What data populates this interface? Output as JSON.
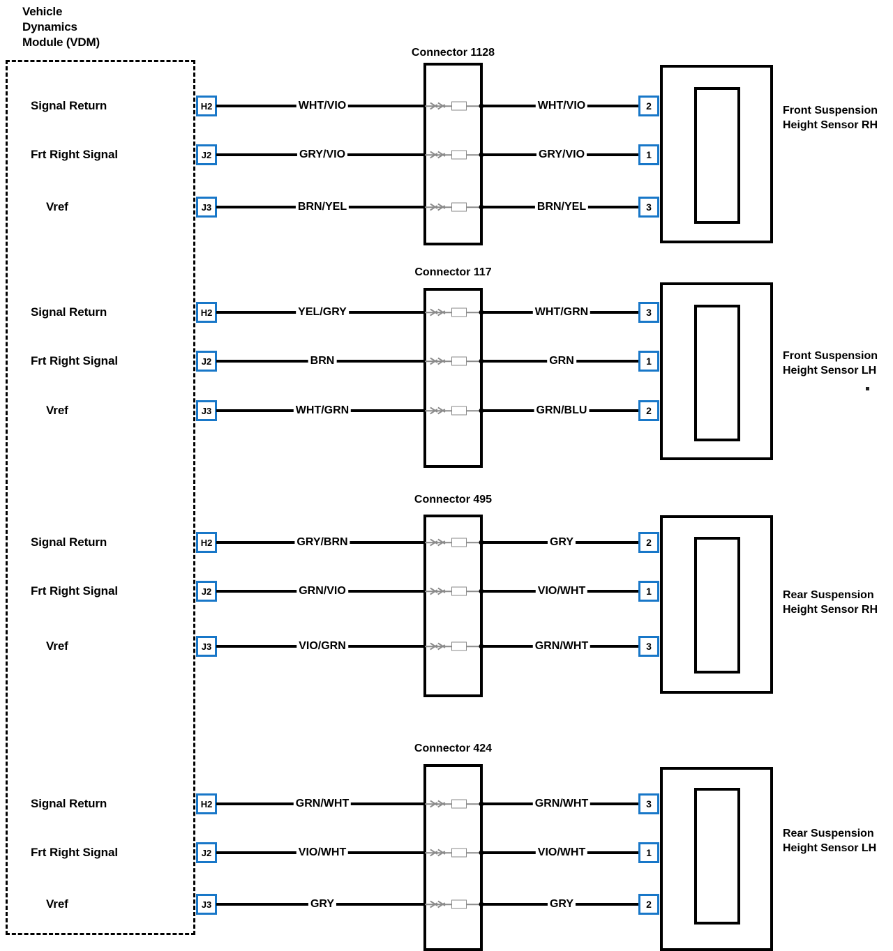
{
  "module": {
    "title": "Vehicle\nDynamics\nModule (VDM)",
    "title_lines": [
      "Vehicle",
      "Dynamics",
      "Module (VDM)"
    ]
  },
  "pin_labels": {
    "signal_return": "Signal Return",
    "frt_right_signal": "Frt Right Signal",
    "vref": "Vref"
  },
  "sections": [
    {
      "id": "section-1128",
      "connector_title": "Connector 1128",
      "sensor_label_lines": [
        "Front Suspension",
        "Height Sensor RH"
      ],
      "rows": [
        {
          "pin_label": "Signal Return",
          "vdm_terminal": "H2",
          "left_wire": "WHT/VIO",
          "right_wire": "WHT/VIO",
          "sensor_terminal": "2"
        },
        {
          "pin_label": "Frt Right Signal",
          "vdm_terminal": "J2",
          "left_wire": "GRY/VIO",
          "right_wire": "GRY/VIO",
          "sensor_terminal": "1"
        },
        {
          "pin_label": "Vref",
          "vdm_terminal": "J3",
          "left_wire": "BRN/YEL",
          "right_wire": "BRN/YEL",
          "sensor_terminal": "3"
        }
      ]
    },
    {
      "id": "section-117",
      "connector_title": "Connector 117",
      "sensor_label_lines": [
        "Front Suspension",
        "Height Sensor LH"
      ],
      "rows": [
        {
          "pin_label": "Signal Return",
          "vdm_terminal": "H2",
          "left_wire": "YEL/GRY",
          "right_wire": "WHT/GRN",
          "sensor_terminal": "3"
        },
        {
          "pin_label": "Frt Right Signal",
          "vdm_terminal": "J2",
          "left_wire": "BRN",
          "right_wire": "GRN",
          "sensor_terminal": "1"
        },
        {
          "pin_label": "Vref",
          "vdm_terminal": "J3",
          "left_wire": "WHT/GRN",
          "right_wire": "GRN/BLU",
          "sensor_terminal": "2"
        }
      ]
    },
    {
      "id": "section-495",
      "connector_title": "Connector 495",
      "sensor_label_lines": [
        "Rear Suspension",
        "Height Sensor RH"
      ],
      "rows": [
        {
          "pin_label": "Signal Return",
          "vdm_terminal": "H2",
          "left_wire": "GRY/BRN",
          "right_wire": "GRY",
          "sensor_terminal": "2"
        },
        {
          "pin_label": "Frt Right Signal",
          "vdm_terminal": "J2",
          "left_wire": "GRN/VIO",
          "right_wire": "VIO/WHT",
          "sensor_terminal": "1"
        },
        {
          "pin_label": "Vref",
          "vdm_terminal": "J3",
          "left_wire": "VIO/GRN",
          "right_wire": "GRN/WHT",
          "sensor_terminal": "3"
        }
      ]
    },
    {
      "id": "section-424",
      "connector_title": "Connector 424",
      "sensor_label_lines": [
        "Rear Suspension",
        "Height Sensor LH"
      ],
      "rows": [
        {
          "pin_label": "Signal Return",
          "vdm_terminal": "H2",
          "left_wire": "GRN/WHT",
          "right_wire": "GRN/WHT",
          "sensor_terminal": "3"
        },
        {
          "pin_label": "Frt Right Signal",
          "vdm_terminal": "J2",
          "left_wire": "VIO/WHT",
          "right_wire": "VIO/WHT",
          "sensor_terminal": "1"
        },
        {
          "pin_label": "Vref",
          "vdm_terminal": "J3",
          "left_wire": "GRY",
          "right_wire": "GRY",
          "sensor_terminal": "2"
        }
      ]
    }
  ],
  "colors": {
    "terminal_blue": "#1877c8",
    "wire_black": "#000000",
    "splice_gray": "#8a8a8a"
  }
}
